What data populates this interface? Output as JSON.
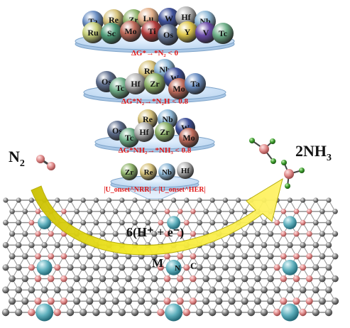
{
  "funnel": {
    "screens": [
      {
        "criterion": "ΔG*→*N₂ < 0",
        "elements": [
          "Ta",
          "Re",
          "Zr",
          "Lu",
          "W",
          "Hf",
          "Nb",
          "Ru",
          "Sc",
          "Mo",
          "Ti",
          "Os",
          "Y",
          "V",
          "Tc"
        ]
      },
      {
        "criterion": "ΔG*N₂→*N₂H < 0.8",
        "elements": [
          "Re",
          "Nb",
          "Os",
          "Tc",
          "Hf",
          "Zr",
          "W",
          "Mo",
          "Ta"
        ]
      },
      {
        "criterion": "ΔG*NH₂→*NH₃ < 0.8",
        "elements": [
          "Re",
          "Nb",
          "Os",
          "Tc",
          "Hf",
          "Zr",
          "W",
          "Mo"
        ]
      },
      {
        "criterion": "|U_onset^NRR| < |U_onset^HER|",
        "elements": [
          "Zr",
          "Re",
          "Nb",
          "Hf"
        ]
      }
    ]
  },
  "reaction": {
    "reactant": "N",
    "reactant_sub": "2",
    "product_prefix": "2NH",
    "product_sub": "3",
    "steps": "6(H⁺ + e⁻)"
  },
  "lattice": {
    "metal_label": "M",
    "n_label": "N",
    "c_label": "C"
  },
  "colors": {
    "criterion_red": "#e11919",
    "arrow_yellow": "#f2e61c",
    "carbon_gray": "#6d6d6d",
    "nitrogen_pink": "#e38b8b",
    "metal_teal": "#5fb0bd",
    "hydrogen_green": "#3a9b2b"
  }
}
